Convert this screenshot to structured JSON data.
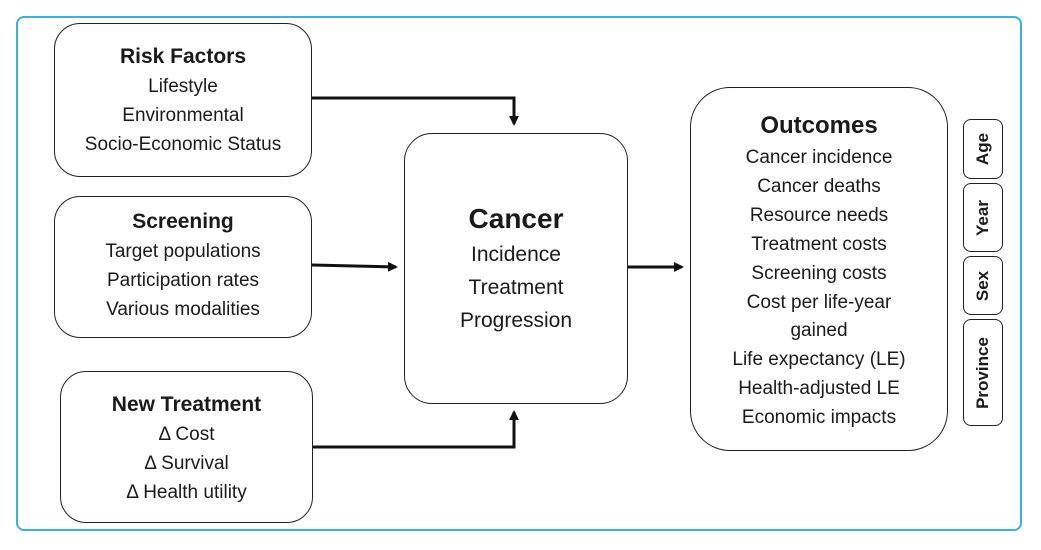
{
  "risk_factors": {
    "title": "Risk Factors",
    "items": [
      "Lifestyle",
      "Environmental",
      "Socio-Economic Status"
    ]
  },
  "screening": {
    "title": "Screening",
    "items": [
      "Target populations",
      "Participation rates",
      "Various modalities"
    ]
  },
  "new_treatment": {
    "title": "New Treatment",
    "items": [
      "Δ Cost",
      "Δ Survival",
      "Δ Health utility"
    ]
  },
  "cancer": {
    "title": "Cancer",
    "items": [
      "Incidence",
      "Treatment",
      "Progression"
    ]
  },
  "outcomes": {
    "title": "Outcomes",
    "items": [
      "Cancer incidence",
      "Cancer deaths",
      "Resource needs",
      "Treatment costs",
      "Screening costs",
      "Cost per life-year",
      "gained",
      "Life expectancy (LE)",
      "Health-adjusted LE",
      "Economic impacts"
    ]
  },
  "stratifiers": [
    "Age",
    "Year",
    "Sex",
    "Province"
  ],
  "colors": {
    "frame": "#3ab0e2",
    "stroke": "#222222"
  }
}
